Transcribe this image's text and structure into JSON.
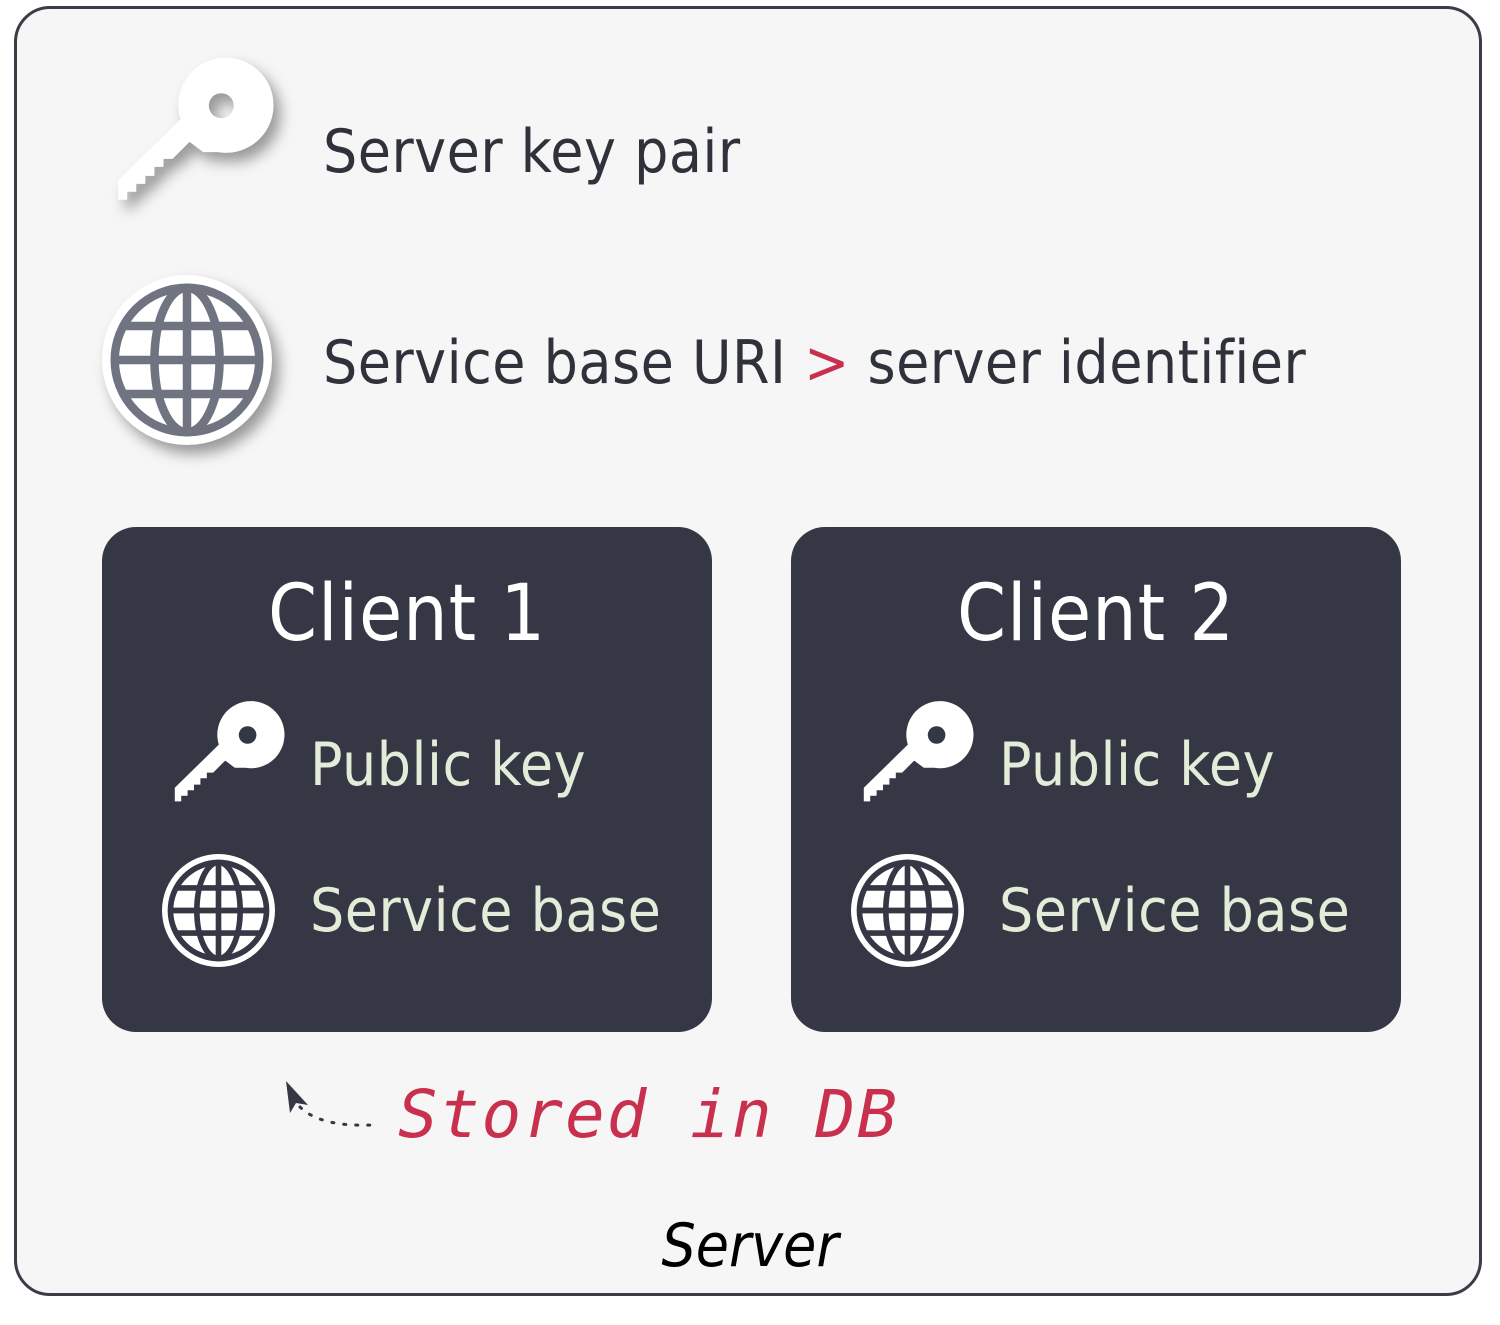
{
  "server_label": "Server",
  "rows": {
    "key_pair": {
      "icon": "key-icon",
      "label": "Server key pair"
    },
    "service_uri": {
      "icon": "globe-icon",
      "label": "Service base URI",
      "arrow": ">",
      "identifier": "server identifier"
    }
  },
  "clients": [
    {
      "title": "Client 1",
      "key_label": "Public key",
      "service_label": "Service base"
    },
    {
      "title": "Client 2",
      "key_label": "Public key",
      "service_label": "Service base"
    }
  ],
  "note": {
    "label": "Stored in DB"
  },
  "colors": {
    "accent": "#c8304e",
    "box": "#353844",
    "client_text": "#e3ecd9"
  }
}
